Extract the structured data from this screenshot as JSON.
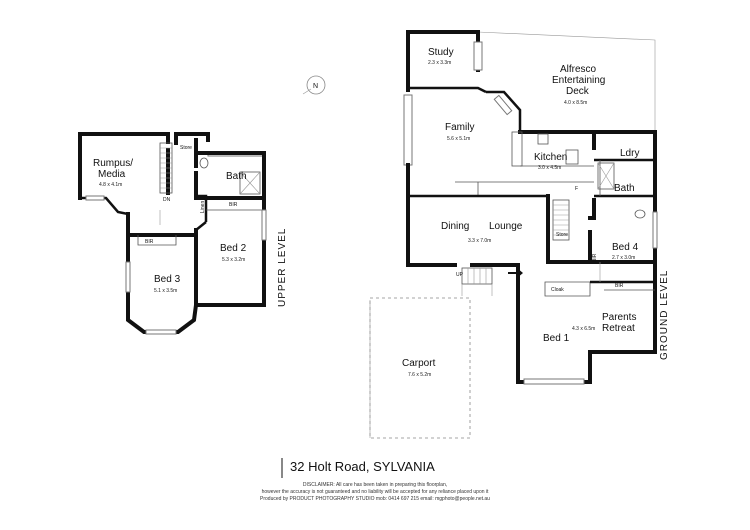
{
  "address": "32 Holt Road, SYLVANIA",
  "levels": {
    "upper": "UPPER LEVEL",
    "ground": "GROUND LEVEL"
  },
  "compass": "N",
  "disclaimer": [
    "DISCLAIMER: All care has been taken in preparing this floorplan,",
    "however the accuracy is not guaranteed and no liability will be accepted for any reliance placed upon it",
    "Produced by PRODUCT PHOTOGRAPHY STUDIO mob: 0414 697 215 email: mgphoto@people.net.au"
  ],
  "upper_rooms": {
    "rumpus_line1": "Rumpus/",
    "rumpus_line2": "Media",
    "rumpus_dim": "4.8 x 4.1m",
    "store": "Store",
    "bath": "Bath",
    "linen": "Linen",
    "dn": "DN",
    "bir_bed2": "BIR",
    "bed2": "Bed 2",
    "bed2_dim": "5.3 x 3.2m",
    "bir_bed3": "BIR",
    "bed3": "Bed 3",
    "bed3_dim": "5.1 x 3.5m"
  },
  "ground_rooms": {
    "study": "Study",
    "study_dim": "2.3 x 3.3m",
    "alfresco_line1": "Alfresco",
    "alfresco_line2": "Entertaining",
    "alfresco_line3": "Deck",
    "alfresco_dim": "4.0 x 8.5m",
    "family": "Family",
    "family_dim": "5.6 x 5.1m",
    "kitchen": "Kitchen",
    "kitchen_dim": "3.0 x 4.5m",
    "ldry": "Ldry",
    "bath": "Bath",
    "f": "F",
    "dining": "Dining",
    "lounge": "Lounge",
    "dining_lounge_dim": "3.3 x 7.0m",
    "store": "Store",
    "bed4": "Bed 4",
    "bed4_dim": "2.7 x 3.0m",
    "bir_bed4": "BIR",
    "up": "UP",
    "cloak": "Cloak",
    "bir_bed1": "BIR",
    "parents_line1": "Parents",
    "parents_line2": "Retreat",
    "bed1_dim": "4.3 x 6.5m",
    "bed1": "Bed 1",
    "carport": "Carport",
    "carport_dim": "7.6 x 5.2m"
  }
}
